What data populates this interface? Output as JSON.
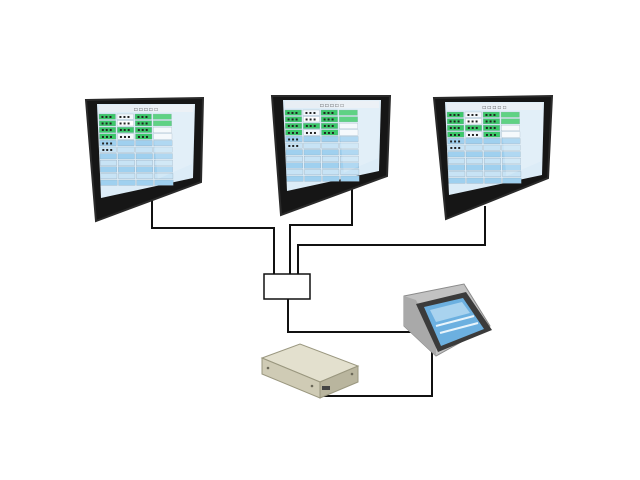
{
  "diagram": {
    "description_free": true,
    "colors": {
      "background": "#ffffff",
      "wire": "#111111",
      "monitor_bezel": "#2a2a2a",
      "monitor_frame": "#161616",
      "screen_bg": "#dcecf7",
      "screen_header": "#e8eef4",
      "cell_green": "#3cc86a",
      "cell_blue": "#9fd0ef",
      "cell_line": "#8fa3b3",
      "console_body": "#c9c9c9",
      "console_screen": "#6cb0e0",
      "box_body": "#d9d6c2",
      "switch_box_fill": "#ffffff"
    },
    "icons": {
      "monitor": "lcd-monitor-icon",
      "console": "touch-console-icon",
      "controller": "controller-box-icon",
      "switch": "junction-box-icon"
    },
    "monitors": [
      {
        "id": "monitor-left",
        "header_glyphs": "□ □ □ □ □",
        "row_count": 11
      },
      {
        "id": "monitor-center",
        "header_glyphs": "□ □ □ □ □",
        "row_count": 11
      },
      {
        "id": "monitor-right",
        "header_glyphs": "□ □ □ □ □",
        "row_count": 11
      }
    ]
  }
}
